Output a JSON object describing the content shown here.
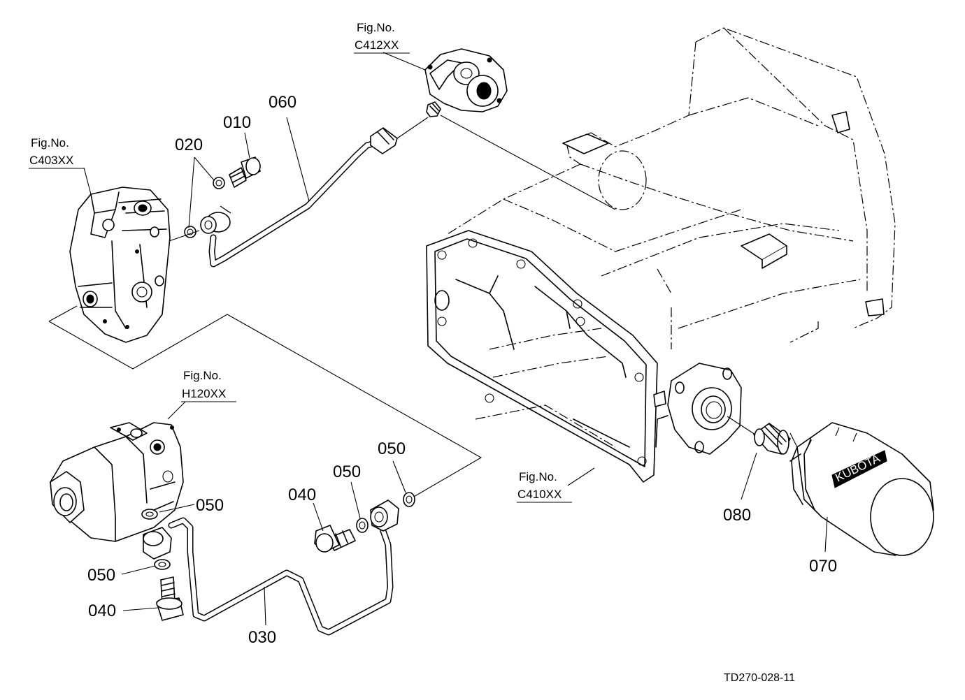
{
  "diagram": {
    "fig_refs": {
      "c412": {
        "line1": "Fig.No.",
        "line2": "C412XX"
      },
      "c403": {
        "line1": "Fig.No.",
        "line2": "C403XX"
      },
      "h120": {
        "line1": "Fig.No.",
        "line2": "H120XX"
      },
      "c410": {
        "line1": "Fig.No.",
        "line2": "C410XX"
      }
    },
    "part_labels": {
      "p010": "010",
      "p020": "020",
      "p030": "030",
      "p040_a": "040",
      "p040_b": "040",
      "p050_a": "050",
      "p050_b": "050",
      "p050_c": "050",
      "p050_d": "050",
      "p060": "060",
      "p070": "070",
      "p080": "080"
    },
    "drawing_code": "TD270-028-11",
    "filter_brand": "KUBOTA"
  }
}
